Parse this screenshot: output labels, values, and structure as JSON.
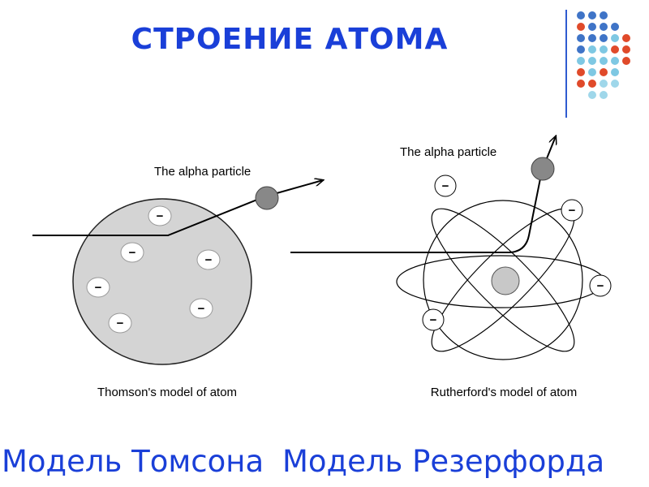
{
  "slide": {
    "title": "СТРОЕНИЕ  АТОМА",
    "bottom_left_caption": "Модель  Томсона",
    "bottom_right_caption": "Модель  Резерфорда"
  },
  "thomson": {
    "alpha_label": "The alpha particle",
    "caption": "Thomson's model of atom",
    "electron_symbol": "−"
  },
  "rutherford": {
    "alpha_label": "The alpha particle",
    "caption": "Rutherford's model of atom",
    "electron_symbol": "−"
  },
  "colors": {
    "title": "#1a3fd8",
    "dot_dark_blue": "#3f74c7",
    "dot_light_blue": "#7ec8e3",
    "dot_red": "#e04a2a",
    "dot_pale_blue": "#9fd7ea"
  }
}
